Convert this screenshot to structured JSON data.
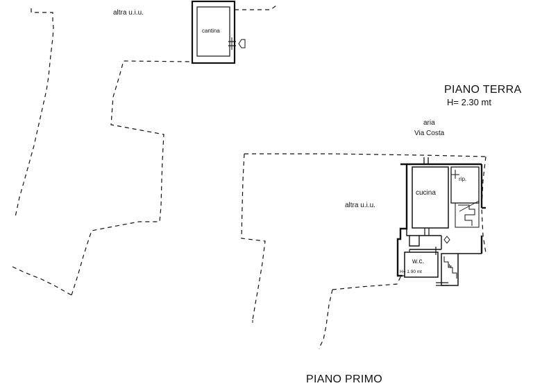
{
  "labels": {
    "altra_uiu_top": "altra u.i.u.",
    "cantina": "cantina",
    "piano_terra": "PIANO TERRA",
    "piano_terra_height": "H= 2.30 mt",
    "aria": "aria",
    "via_costa": "Via Costa",
    "altra_uiu_right": "altra u.i.u.",
    "cucina": "cucina",
    "rip": "rip.",
    "wc": "w.c.",
    "wc_height": "H= 1.90 mt",
    "piano_primo": "PIANO PRIMO"
  },
  "style": {
    "line_color": "#111111",
    "background": "#ffffff"
  }
}
